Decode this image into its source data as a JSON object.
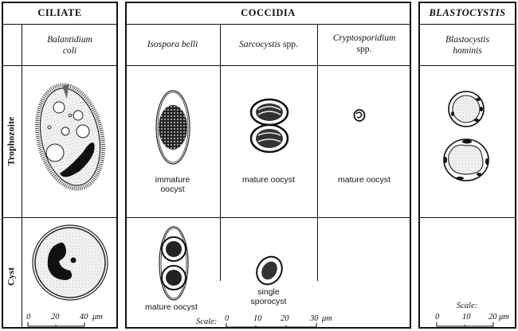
{
  "groups": [
    {
      "id": "ciliate",
      "title": "CILIATE",
      "title_italic": false
    },
    {
      "id": "coccidia",
      "title": "COCCIDIA",
      "title_italic": false
    },
    {
      "id": "blastocystis",
      "title": "BLASTOCYSTIS",
      "title_italic": true
    }
  ],
  "species": [
    {
      "group": "ciliate",
      "genus": "Balantidium",
      "species": "coli",
      "suffix": ""
    },
    {
      "group": "coccidia",
      "genus": "Isospora belli",
      "species": "",
      "suffix": ""
    },
    {
      "group": "coccidia",
      "genus": "Sarcocystis",
      "species": "",
      "suffix": "spp."
    },
    {
      "group": "coccidia",
      "genus": "Cryptosporidium",
      "species": "",
      "suffix": "spp."
    },
    {
      "group": "blastocystis",
      "genus": "Blastocystis",
      "species": "hominis",
      "suffix": ""
    }
  ],
  "rows": [
    {
      "label": "Trophozoite"
    },
    {
      "label": "Cyst"
    }
  ],
  "cells": {
    "isospora_top": {
      "label_line1": "immature",
      "label_line2": "oocyst"
    },
    "sarcocystis_top": {
      "label": "mature oocyst"
    },
    "crypto_top": {
      "label": "mature oocyst"
    },
    "isospora_bottom": {
      "label": "mature oocyst"
    },
    "sarcocystis_bottom": {
      "label_line1": "single",
      "label_line2": "sporocyst"
    }
  },
  "scales": {
    "ciliate": {
      "prefix": "",
      "ticks": [
        "0",
        "20",
        "40"
      ],
      "unit": "μm"
    },
    "coccidia": {
      "prefix": "Scale:",
      "ticks": [
        "0",
        "10",
        "20",
        "30"
      ],
      "unit": "μm"
    },
    "blastocystis": {
      "prefix": "Scale:",
      "ticks": [
        "0",
        "10",
        "20"
      ],
      "unit": "μm"
    }
  }
}
